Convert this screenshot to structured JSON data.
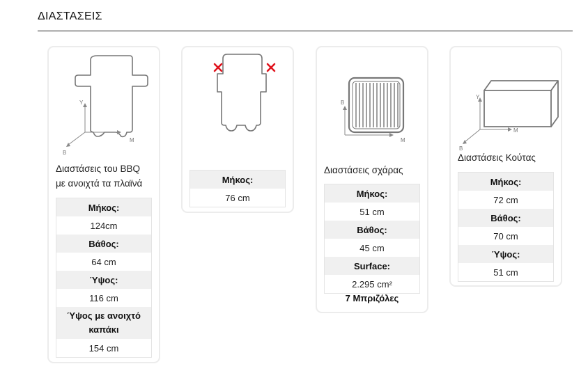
{
  "section": {
    "title": "ΔΙΑΣΤΑΣΕΙΣ"
  },
  "axes": {
    "y": "Y",
    "x": "M",
    "z": "B"
  },
  "cards": [
    {
      "caption_line1": "Διαστάσεις του BBQ",
      "caption_line2": "με ανοιχτά τα πλαϊνά",
      "rows": [
        {
          "label": "Μήκος:",
          "value": "124cm"
        },
        {
          "label": "Βάθος:",
          "value": "64 cm"
        },
        {
          "label": "Ύψος:",
          "value": "116 cm"
        },
        {
          "label_line1": "Ύψος με ανοιχτό",
          "label_line2": "καπάκι",
          "value": "154 cm"
        }
      ]
    },
    {
      "rows": [
        {
          "label": "Μήκος:",
          "value": "76 cm"
        }
      ]
    },
    {
      "caption": "Διαστάσεις σχάρας",
      "rows": [
        {
          "label": "Μήκος:",
          "value": "51 cm"
        },
        {
          "label": "Βάθος:",
          "value": "45 cm"
        },
        {
          "label": "Surface:",
          "value": "2.295 cm²"
        }
      ],
      "footer": "7 Μπριζόλες"
    },
    {
      "caption": "Διαστάσεις Κούτας",
      "rows": [
        {
          "label": "Μήκος:",
          "value": "72 cm"
        },
        {
          "label": "Βάθος:",
          "value": "70 cm"
        },
        {
          "label": "Ύψος:",
          "value": "51 cm"
        }
      ]
    }
  ],
  "colors": {
    "accent_red": "#e0141e",
    "line": "#777777",
    "table_label_bg": "#f0f0f0",
    "card_border": "#ececec"
  }
}
